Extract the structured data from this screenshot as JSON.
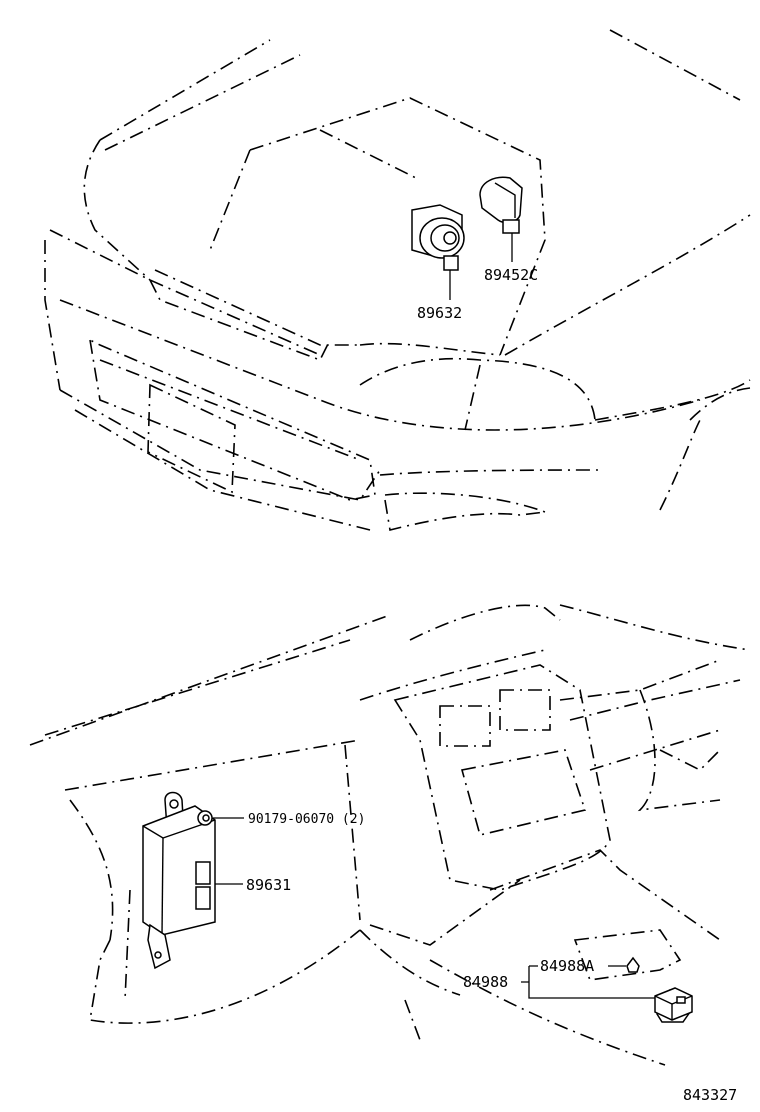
{
  "labels": {
    "part_89632": "89632",
    "part_89452c": "89452C",
    "part_90179": "90179-06070 (2)",
    "part_89631": "89631",
    "part_84988": "84988",
    "part_84988a": "84988A",
    "figure_number": "843327"
  }
}
